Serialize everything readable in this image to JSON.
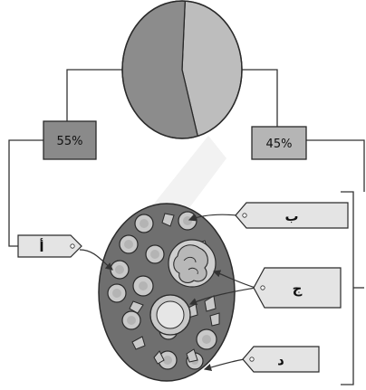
{
  "diagram": {
    "pie": {
      "slices": [
        {
          "label": "55%",
          "value": 55,
          "color": "#8c8c8c"
        },
        {
          "label": "45%",
          "value": 45,
          "color": "#bdbdbd"
        }
      ],
      "outline": "#2a2a2a"
    },
    "percent_boxes": {
      "left": "55%",
      "right": "45%"
    },
    "labels": {
      "a": "أ",
      "b": "ب",
      "c": "ج",
      "d": "د"
    },
    "colors": {
      "disc_fill": "#6f6f6f",
      "cell_fill": "#c9c9c9",
      "box_dark": "#8a8a8a",
      "box_light": "#b5b5b5",
      "tag_fill": "#e4e4e4",
      "stroke": "#2a2a2a"
    }
  }
}
